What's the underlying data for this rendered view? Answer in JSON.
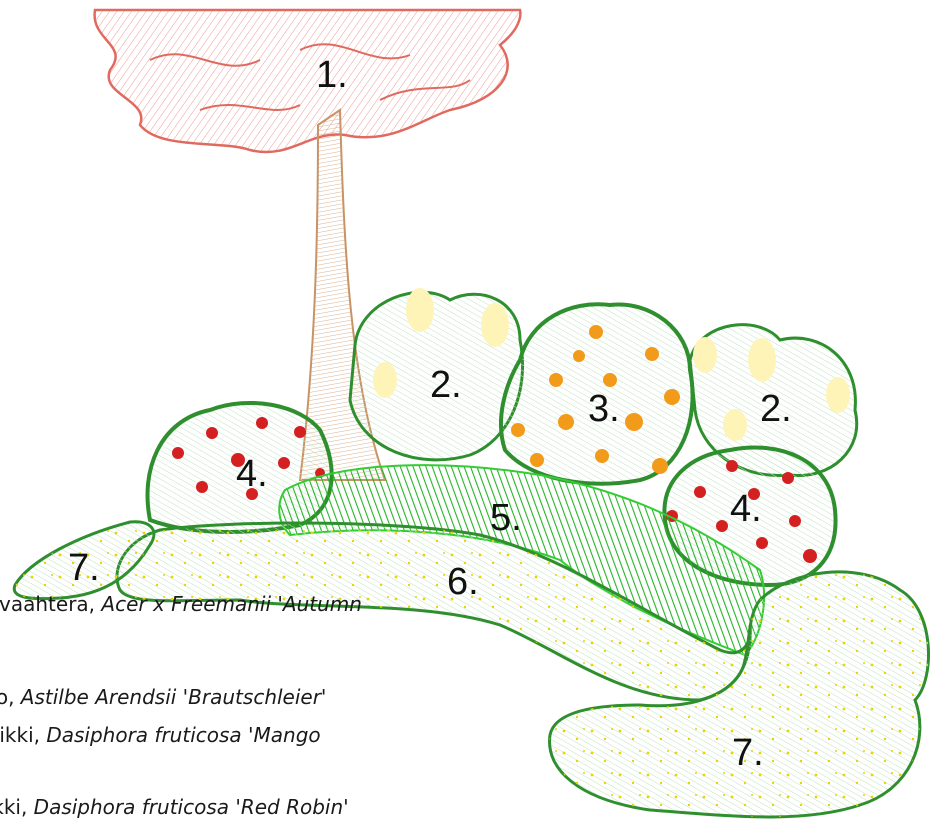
{
  "labels": {
    "tree": "1.",
    "astilbe_left": "2.",
    "potentilla_orange": "3.",
    "astilbe_right": "2.",
    "potentilla_red_left": "4.",
    "potentilla_red_right": "4.",
    "groundcover_grass": "5.",
    "lawn_front": "6.",
    "ground_left": "7.",
    "ground_right": "7."
  },
  "legend": [
    {
      "common": "n vaahtera, ",
      "latin": "Acer x Freemanii 'Autumn"
    },
    {
      "common": "vo, ",
      "latin": "Astilbe Arendsii 'Brautschleier'"
    },
    {
      "common": "nhikki, ",
      "latin": "Dasiphora fruticosa 'Mango"
    },
    {
      "common": "nikki, ",
      "latin": "Dasiphora fruticosa 'Red Robin'"
    }
  ],
  "colors": {
    "tree_crown": "#e06a60",
    "trunk": "#c79367",
    "shrub_outline": "#2f8f2f",
    "grass_green": "#33cc33",
    "orange_flower": "#f29a1a",
    "red_berry": "#d42020",
    "yellow_dot": "#e8d400",
    "cream_flower": "#fff4b8"
  }
}
